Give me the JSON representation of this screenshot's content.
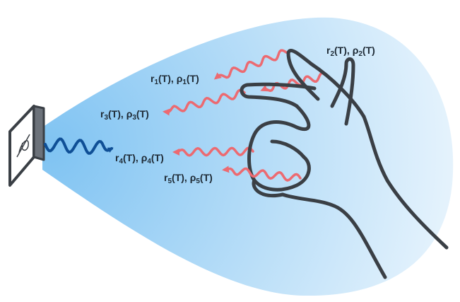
{
  "colors": {
    "beam_inner": "#7fc3f2",
    "beam_outer": "#eaf5fd",
    "emitted_wave": "#0f4f96",
    "reflected_wave": "#ec6a71",
    "outline": "#3a3f45"
  },
  "icons": {
    "sensor": "rectangular-sensor-icon",
    "hand": "ok-gesture-hand-icon"
  },
  "reflections": [
    {
      "r": "r",
      "rho": "ρ",
      "index": "1",
      "arg": "(T)"
    },
    {
      "r": "r",
      "rho": "ρ",
      "index": "2",
      "arg": "(T)"
    },
    {
      "r": "r",
      "rho": "ρ",
      "index": "3",
      "arg": "(T)"
    },
    {
      "r": "r",
      "rho": "ρ",
      "index": "4",
      "arg": "(T)"
    },
    {
      "r": "r",
      "rho": "ρ",
      "index": "5",
      "arg": "(T)"
    }
  ]
}
